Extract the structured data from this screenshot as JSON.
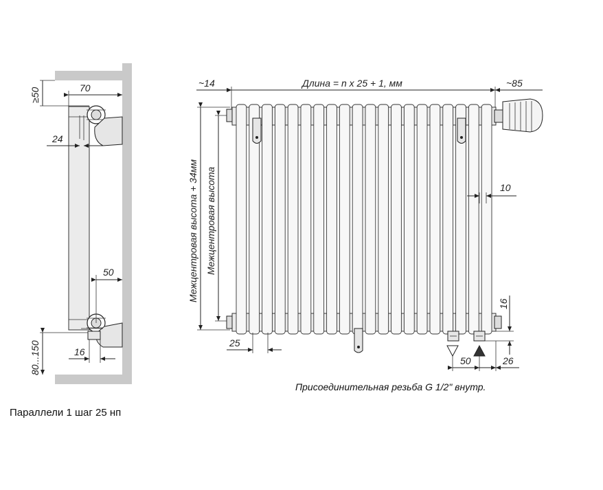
{
  "side_view": {
    "dims": {
      "min_top_gap": "≥50",
      "depth": "70",
      "pipe_offset": "24",
      "bracket_offset": "50",
      "bottom_pipe": "16",
      "floor_gap": "80...150"
    },
    "caption": "Параллели 1 шаг 25 нп"
  },
  "front_view": {
    "dims": {
      "left_overhang": "~14",
      "length_formula": "Длина = n x 25 + 1, мм",
      "right_overhang": "~85",
      "center_height_plus": "Межцентровая высота + 34мм",
      "center_height": "Межцентровая высота",
      "tube_gap": "10",
      "bottom_offset": "16",
      "left_connection": "25",
      "connection_spacing": "50",
      "right_connection": "26"
    },
    "caption": "Присоединительная резьба G 1/2\" внутр."
  },
  "colors": {
    "wall": "#c9c9c9",
    "line": "#222222",
    "fill": "#ebebeb",
    "arrow": "#333333"
  }
}
